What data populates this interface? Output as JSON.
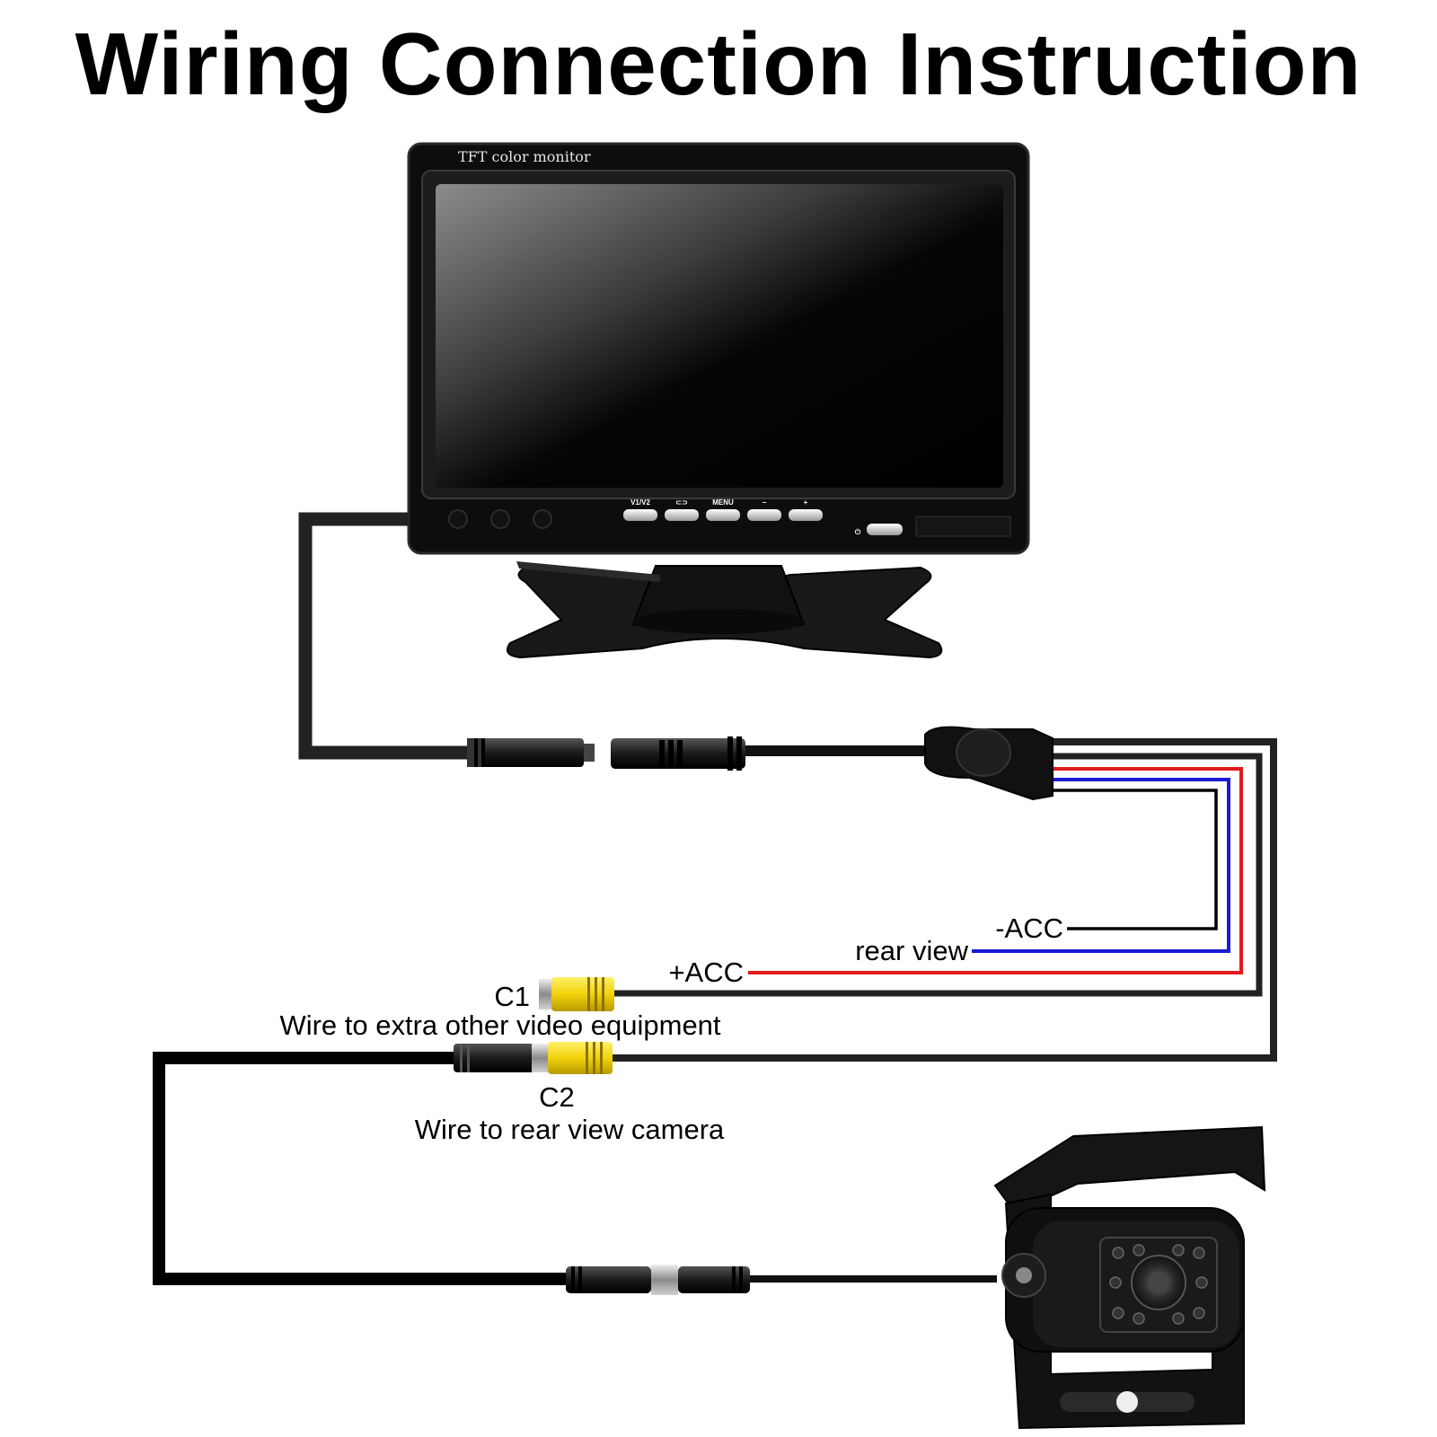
{
  "title": "Wiring Connection Instruction",
  "monitor": {
    "brand_text": "TFT color monitor",
    "buttons": [
      "V1/V2",
      "⊂⊃",
      "MENU",
      "−",
      "+"
    ],
    "power_symbol": "⏻"
  },
  "wires": {
    "neg_acc": {
      "label": "-ACC",
      "color": "#000000"
    },
    "rear_view": {
      "label": "rear view",
      "color": "#1a1ad6"
    },
    "pos_acc": {
      "label": "+ACC",
      "color": "#e01b1b"
    }
  },
  "connectors": {
    "c1": {
      "label": "C1",
      "description": "Wire to extra other video equipment"
    },
    "c2": {
      "label": "C2",
      "description": "Wire to rear view camera"
    }
  },
  "colors": {
    "cable": "#222222",
    "rca_yellow": "#f2d20a"
  }
}
